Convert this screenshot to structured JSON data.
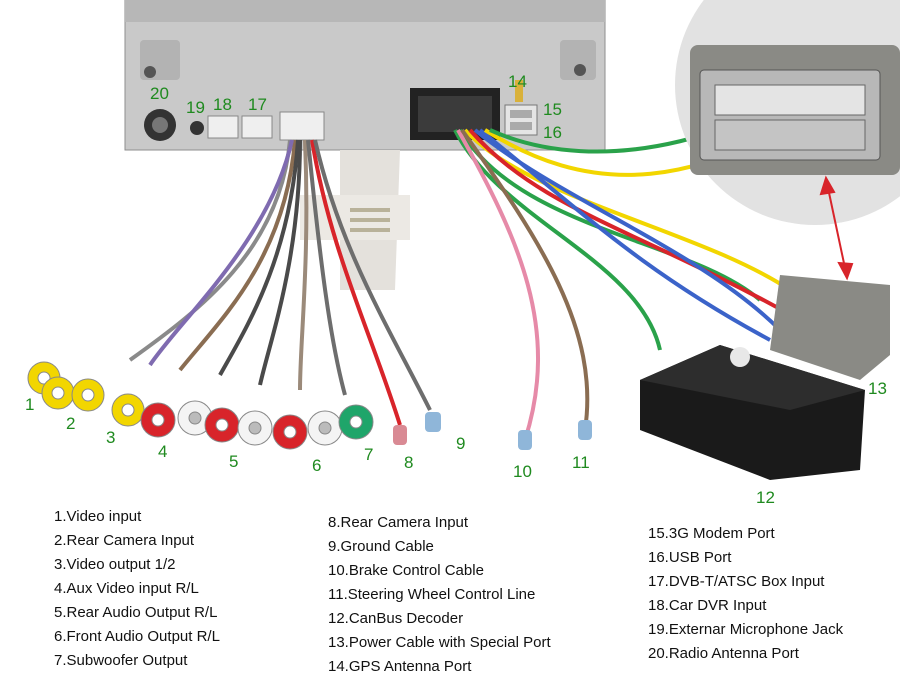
{
  "callouts": [
    "1",
    "2",
    "3",
    "4",
    "5",
    "6",
    "7",
    "8",
    "9",
    "10",
    "11",
    "12",
    "13",
    "14",
    "15",
    "16",
    "17",
    "18",
    "19",
    "20"
  ],
  "legend": {
    "col1": [
      "1.Video input",
      "2.Rear Camera Input",
      "3.Video output 1/2",
      "4.Aux Video input R/L",
      "5.Rear Audio Output R/L",
      "6.Front Audio Output R/L",
      "7.Subwoofer Output"
    ],
    "col2": [
      "8.Rear Camera Input",
      "9.Ground Cable",
      "10.Brake Control Cable",
      "11.Steering Wheel Control Line",
      "12.CanBus Decoder",
      "13.Power Cable with Special Port",
      "14.GPS Antenna Port"
    ],
    "col3": [
      "15.3G Modem Port",
      "16.USB Port",
      "17.DVB-T/ATSC Box Input",
      "18.Car DVR Input",
      "19.Externar Microphone Jack",
      "20.Radio Antenna Port"
    ]
  },
  "colors": {
    "callout": "#1f8a1f",
    "chassis": "#c9c9c9",
    "yellow_rca": "#f2d600",
    "red_rca": "#d8242a",
    "white_rca": "#f4f4f4",
    "green_rca": "#1fa56a",
    "decoder": "#1a1a1a",
    "foam": "#8a8a85",
    "arrow": "#d8242a"
  }
}
